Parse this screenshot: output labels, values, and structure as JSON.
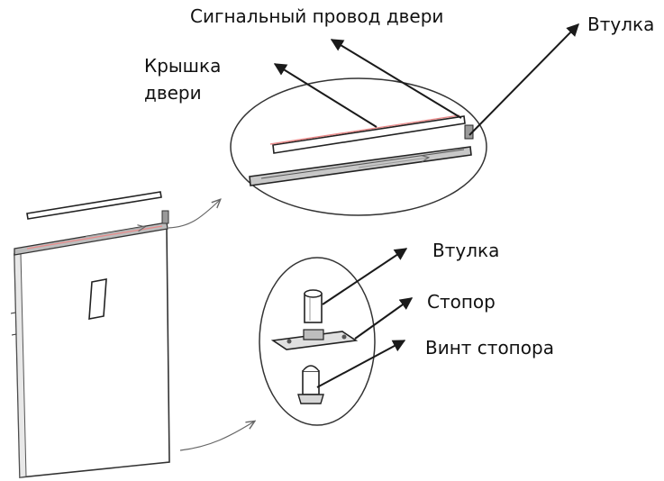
{
  "labels": {
    "signal_wire": "Сигнальный провод двери",
    "bushing_top": "Втулка",
    "door_cover": "Крышка\nдвери",
    "bushing_bottom": "Втулка",
    "stopper": "Стопор",
    "stopper_screw": "Винт стопора"
  },
  "colors": {
    "line": "#1a1a1a",
    "stroke": "#333333",
    "fill_light": "#f4f4f4",
    "fill_gray": "#cfcfcf",
    "fill_dark": "#555555",
    "wire": "#e98a8a"
  }
}
